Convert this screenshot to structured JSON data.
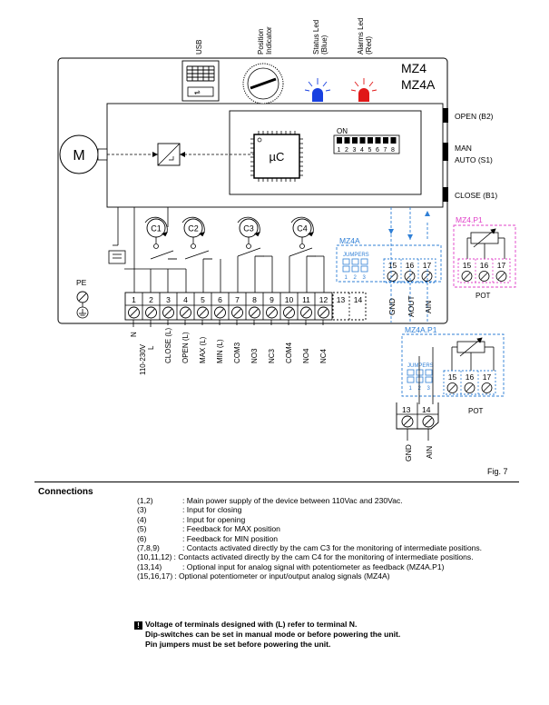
{
  "header_labels": {
    "usb": "USB",
    "position": "Position\nIndicator",
    "status_led": "Status Led\n(Blue)",
    "alarms_led": "Alarms Led\n(Red)"
  },
  "model": {
    "line1": "MZ4",
    "line2": "MZ4A"
  },
  "side_buttons": {
    "open": "OPEN (B2)",
    "man": "MAN",
    "auto": "AUTO (S1)",
    "close": "CLOSE (B1)"
  },
  "motor": "M",
  "uc": "µC",
  "dip": {
    "on": "ON",
    "numbers": [
      "1",
      "2",
      "3",
      "4",
      "5",
      "6",
      "7",
      "8"
    ]
  },
  "cams": [
    "C1",
    "C2",
    "C3",
    "C4"
  ],
  "pe": "PE",
  "terminals": [
    "1",
    "2",
    "3",
    "4",
    "5",
    "6",
    "7",
    "8",
    "9",
    "10",
    "11",
    "12",
    "13",
    "14"
  ],
  "terminal_labels": [
    "N",
    "L",
    "110-230V",
    "CLOSE (L)",
    "OPEN (L)",
    "MAX (L)",
    "MIN (L)",
    "COM3",
    "NO3",
    "NC3",
    "COM4",
    "NO4",
    "NC4"
  ],
  "mz4a_box": {
    "title": "MZ4A",
    "jumpers": "JUMPERS",
    "jumper_nums": [
      "1",
      "2",
      "3"
    ],
    "terminals": [
      "15",
      "16",
      "17"
    ]
  },
  "mz4a_labels": [
    "GND",
    "AOUT",
    "AIN"
  ],
  "mz4p1_box": {
    "title": "MZ4.P1",
    "terminals": [
      "15",
      "16",
      "17"
    ],
    "pot": "POT"
  },
  "mz4ap1_box": {
    "title": "MZ4A.P1",
    "jumpers": "JUMPERS",
    "jumper_nums": [
      "1",
      "2",
      "3"
    ],
    "terminals": [
      "15",
      "16",
      "17"
    ],
    "pot": "POT",
    "bottom_terminals": [
      "13",
      "14"
    ],
    "bottom_labels": [
      "GND",
      "AIN"
    ]
  },
  "fig": "Fig. 7",
  "connections_title": "Connections",
  "connections": [
    {
      "k": "(1,2)",
      "v": ": Main power supply of the device between 110Vac and 230Vac."
    },
    {
      "k": "(3)",
      "v": ": Input for closing"
    },
    {
      "k": "(4)",
      "v": ": Input for opening"
    },
    {
      "k": "(5)",
      "v": ": Feedback for MAX position"
    },
    {
      "k": "(6)",
      "v": ": Feedback for MIN position"
    },
    {
      "k": "(7,8,9)",
      "v": ": Contacts activated directly by the cam C3 for the monitoring of intermediate positions."
    },
    {
      "k": "(10,11,12)",
      "v": ": Contacts activated directly by the cam C4 for the monitoring of intermediate positions."
    },
    {
      "k": "(13,14)",
      "v": ": Optional input for analog signal with potentiometer as feedback (MZ4A.P1)"
    },
    {
      "k": "(15,16,17)",
      "v": ": Optional potentiometer or input/output analog signals (MZ4A)"
    }
  ],
  "notes": {
    "line1": "Voltage of terminals designed with (L) refer to terminal N.",
    "line2": "Dip-switches can be set in manual mode or before powering the unit.",
    "line3": "Pin jumpers must be set before powering the unit.",
    "icon": "warning-icon"
  },
  "colors": {
    "blue": "#2f7fd6",
    "magenta": "#e040c8",
    "led_blue": "#1840e0",
    "led_red": "#e01818"
  }
}
